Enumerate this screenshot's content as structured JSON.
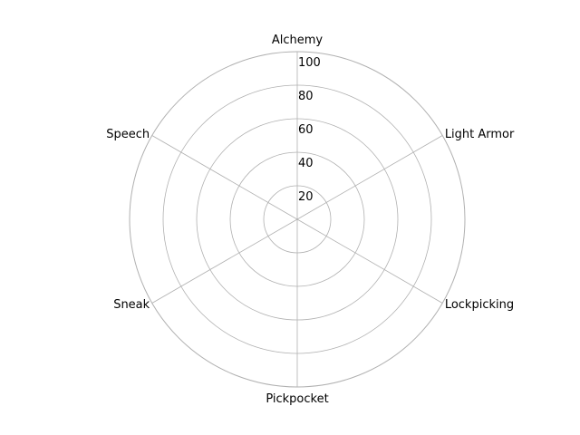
{
  "chart_data": {
    "type": "radar",
    "title": "",
    "categories": [
      "Alchemy",
      "Light Armor",
      "Lockpicking",
      "Pickpocket",
      "Sneak",
      "Speech"
    ],
    "rmax": 100,
    "rticks": [
      20,
      40,
      60,
      80,
      100
    ],
    "rtick_labels": [
      "20",
      "40",
      "60",
      "80",
      "100"
    ],
    "grid": true,
    "legend": "none",
    "series": []
  },
  "colors": {
    "grid": "#b0b0b0",
    "text": "#000000",
    "background": "#ffffff"
  }
}
